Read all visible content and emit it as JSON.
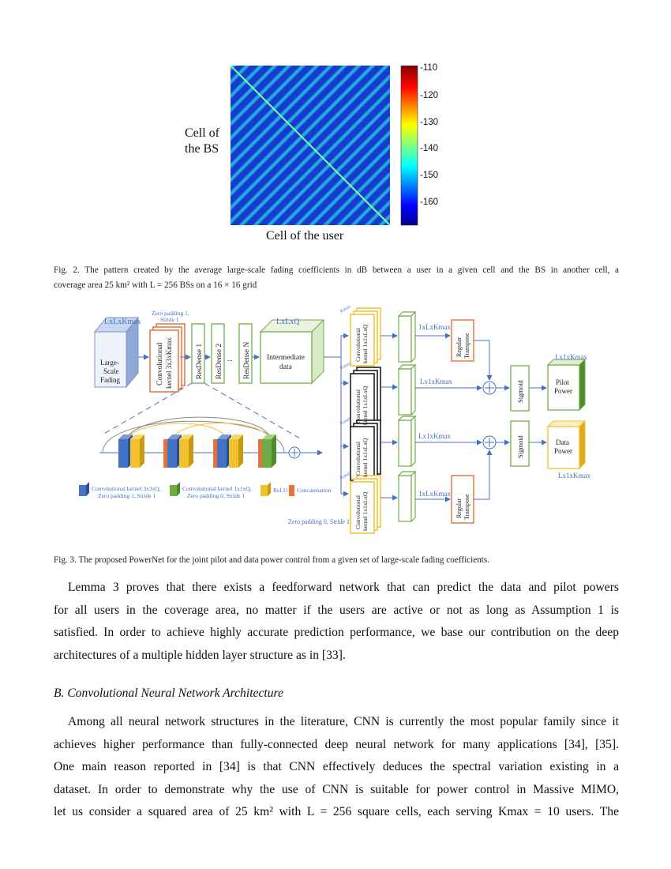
{
  "fig2": {
    "ylabel_line1": "Cell of",
    "ylabel_line2": "the BS",
    "xlabel": "Cell of the user",
    "colorbar_ticks": [
      "-110",
      "-120",
      "-130",
      "-140",
      "-150",
      "-160"
    ],
    "caption_line1": "Fig. 2.  The pattern created by the average large-scale fading coefficients in dB between a user in a given cell and the BS in another cell, a",
    "caption_line2": "coverage area 25 km² with L = 256 BSs on a 16 × 16 grid"
  },
  "fig3": {
    "input_dim": "LxLxKmax",
    "input_block": [
      "Large-",
      "Scale",
      "Fading"
    ],
    "zero_pad_top": [
      "Zero padding 1,",
      "Stride 1"
    ],
    "conv_block": [
      "Convolutional",
      "kernel 3x3xKmax"
    ],
    "resdense": [
      "ResDense 1",
      "ResDense 2",
      "ResDense N"
    ],
    "ellipsis": "...",
    "inter_dim": "LxLxQ",
    "inter_block": [
      "Intermediate",
      "data"
    ],
    "branch_kernel": [
      "Convolutional",
      "kernel 1x1xLxQ"
    ],
    "kmax_small": "Kmax",
    "branch1_dim": "1xLxKmax",
    "branch2_dim": "Lx1xKmax",
    "branch3_dim": "Lx1xKmax",
    "branch4_dim": "1xLxKmax",
    "reg_transpose": [
      "Regular",
      "Transpose"
    ],
    "sigmoid": "Sigmoid",
    "pilot_dim": "Lx1xKmax",
    "pilot_power": [
      "Pilot",
      "Power"
    ],
    "data_power": [
      "Data",
      "Power"
    ],
    "data_dim": "Lx1xKmax",
    "zero_pad_bottom": "Zero padding 0, Stride 1",
    "legend": {
      "conv3": [
        "Convolutional kernel 3x3xQ,",
        "Zero padding 1, Stride 1"
      ],
      "conv1": [
        "Convolutional kernel 1x1xQ,",
        "Zero padding 0, Stride 1"
      ],
      "relu": "ReLU",
      "concat": "Concatenation"
    },
    "caption": "Fig. 3.  The proposed PowerNet for the joint pilot and data power control from a given set of large-scale fading coefficients."
  },
  "para1": [
    "Lemma 3 proves that there exists a feedforward network that can predict the data and pilot powers",
    "for all users in the coverage area, no matter if the users are active or not as long as Assumption 1 is",
    "satisfied. In order to achieve highly accurate prediction performance, we base our contribution on the deep",
    "architectures of a multiple hidden layer structure as in [33]."
  ],
  "section_heading": "B.  Convolutional Neural Network Architecture",
  "para2": [
    "Among all neural network structures in the literature, CNN is currently the most popular family since it",
    "achieves higher performance than fully-connected deep neural network for many applications [34], [35].",
    "One main reason reported in [34] is that CNN effectively deduces the spectral variation existing in a",
    "dataset. In order to demonstrate why the use of CNN is suitable for power control in Massive MIMO,",
    "let us consider a squared area of 25 km² with L = 256 square cells, each serving Kmax = 10 users. The"
  ],
  "colors": {
    "conv_orange": "#E8703A",
    "green": "#70AD47",
    "blue_text": "#4472C4",
    "yellow": "#F2C12E",
    "blue_block": "#4472C4"
  }
}
